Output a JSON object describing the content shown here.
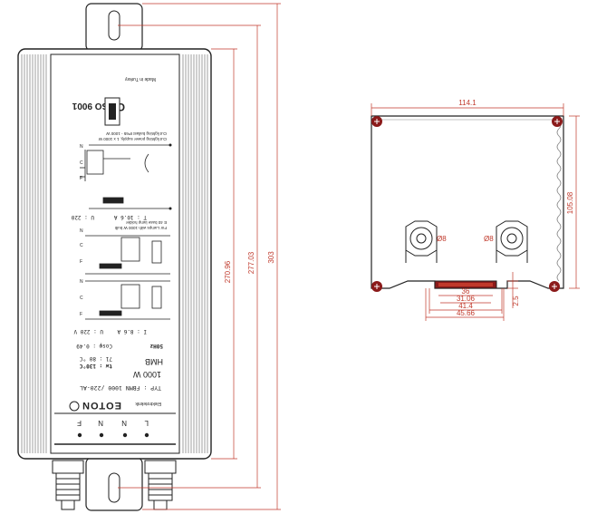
{
  "colors": {
    "dimension": "#c0392b",
    "outline": "#222222",
    "fin": "#888888",
    "screw": "#8b1a1a"
  },
  "front_view": {
    "dims": {
      "d1": "270.96",
      "d2": "277.03",
      "d3": "303"
    },
    "label_panel": {
      "made_in": "Made in Turkey",
      "iso": "ISO 9001",
      "ce": "CE",
      "note_top_1": "Cut lighting power supply, 1 x 1000 W",
      "note_top_2": "Cut lighting ballast IP65 - 1000 W",
      "rating_u": "U : 220",
      "rating_t": "T : 10.6 A",
      "note_mid_1": "For Lamps with 1000 W bulb",
      "note_mid_2": "E 40 base lamp holder",
      "rating_u2": "U : 220 V",
      "rating_i2": "I : 8.6 A",
      "freq": "50Hz",
      "cosphi": "Cosφ : 0.49",
      "model": "HMB",
      "temp": "tw : 130°C",
      "ip": "71 : 80 °C",
      "power": "1000 W",
      "type": "TYP : FBMN 1000 /220-AL",
      "brand_sub": "Elektroteknik",
      "brand": "EOTON",
      "terminals": [
        "F",
        "N",
        "N",
        "L"
      ]
    },
    "wire_labels": {
      "n": "N",
      "f": "F",
      "c": "C"
    }
  },
  "side_view": {
    "dims": {
      "width": "114.1",
      "height": "105.08",
      "hole_left": "Ø8",
      "hole_right": "Ø8",
      "slot_36": "36",
      "slot_3106": "31.06",
      "slot_414": "41.4",
      "slot_4566": "45.66",
      "slot_25": "2.5"
    }
  }
}
